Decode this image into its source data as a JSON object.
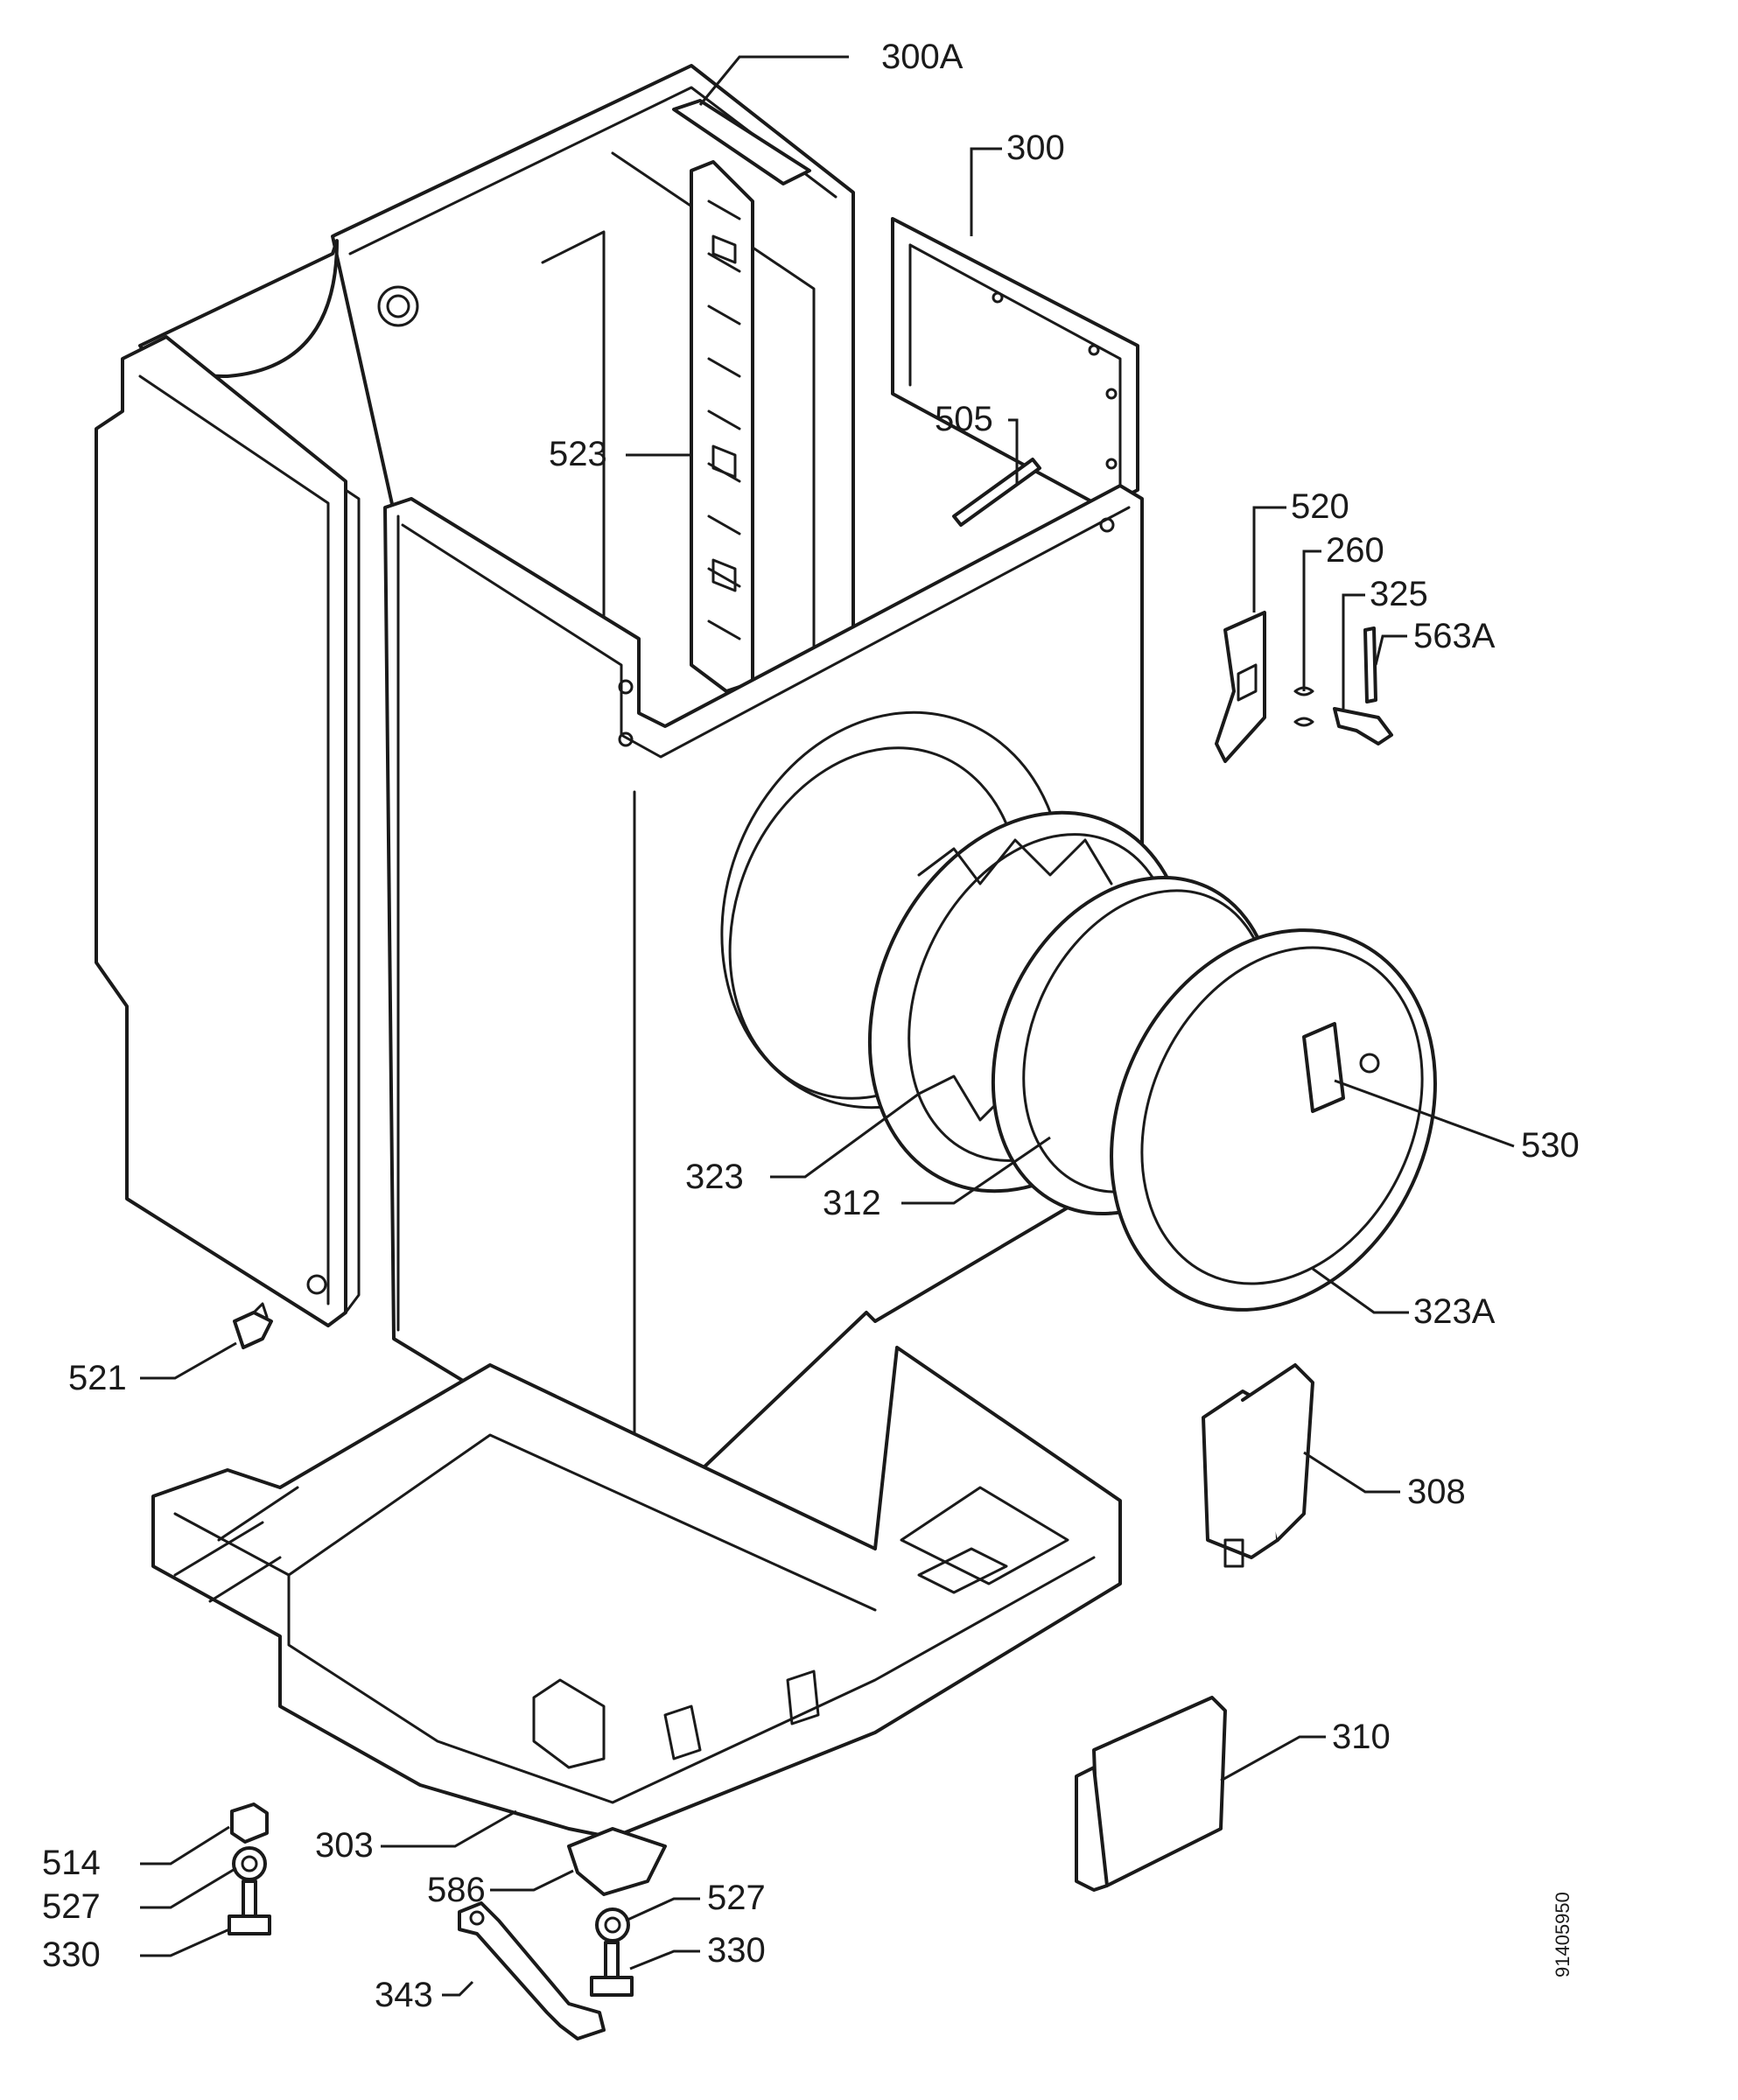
{
  "labels": {
    "p300a": "300A",
    "p300": "300",
    "p505": "505",
    "p523": "523",
    "p520": "520",
    "p260": "260",
    "p325": "325",
    "p563a": "563A",
    "p530": "530",
    "p323": "323",
    "p312": "312",
    "p323a": "323A",
    "p521": "521",
    "p308": "308",
    "p310": "310",
    "p303": "303",
    "p514": "514",
    "p527_left": "527",
    "p330_left": "330",
    "p586": "586",
    "p527_right": "527",
    "p343": "343",
    "p330_right": "330"
  },
  "document_number": "91405950"
}
